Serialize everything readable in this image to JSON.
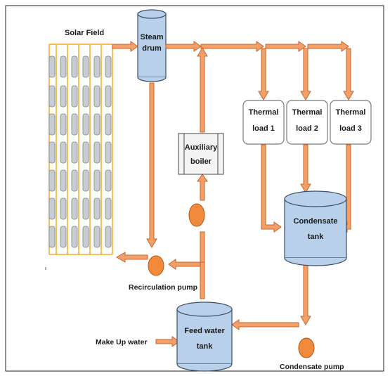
{
  "labels": {
    "solar_field": "Solar Field",
    "steam_drum_1": "Steam",
    "steam_drum_2": "drum",
    "aux_boiler_1": "Auxiliary",
    "aux_boiler_2": "boiler",
    "thermal_load_1_a": "Thermal",
    "thermal_load_1_b": "load 1",
    "thermal_load_2_a": "Thermal",
    "thermal_load_2_b": "load 2",
    "thermal_load_3_a": "Thermal",
    "thermal_load_3_b": "load 3",
    "condensate_tank_1": "Condensate",
    "condensate_tank_2": "tank",
    "feed_water_tank_1": "Feed water",
    "feed_water_tank_2": "tank",
    "recirculation_pump": "Recirculation pump",
    "condensate_pump": "Condensate pump",
    "make_up_water": "Make Up water"
  },
  "colors": {
    "pipe": "#f2a06a",
    "tank_fill": "#b8d0ea",
    "pump": "#f28a3c",
    "solar_header": "#f5a623",
    "collector": "#c8ccd3"
  }
}
